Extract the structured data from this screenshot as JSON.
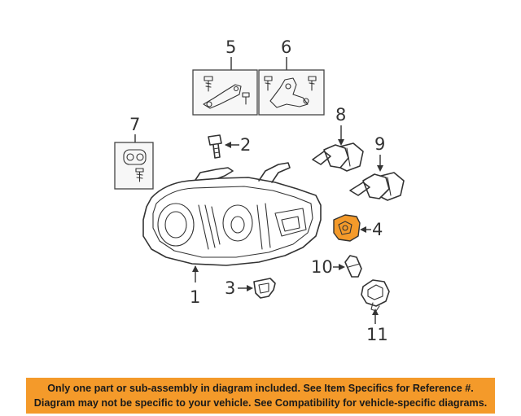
{
  "callouts": {
    "p1": "1",
    "p2": "2",
    "p3": "3",
    "p4": "4",
    "p5": "5",
    "p6": "6",
    "p7": "7",
    "p8": "8",
    "p9": "9",
    "p10": "10",
    "p11": "11"
  },
  "highlight_color": "#f49a2a",
  "highlighted_part": "4",
  "disclaimer": {
    "line1": "Only one part or sub-assembly in diagram included. See Item Specifics for Reference #.",
    "line2": "Diagram may not be specific to your vehicle. See Compatibility for vehicle-specific diagrams."
  }
}
